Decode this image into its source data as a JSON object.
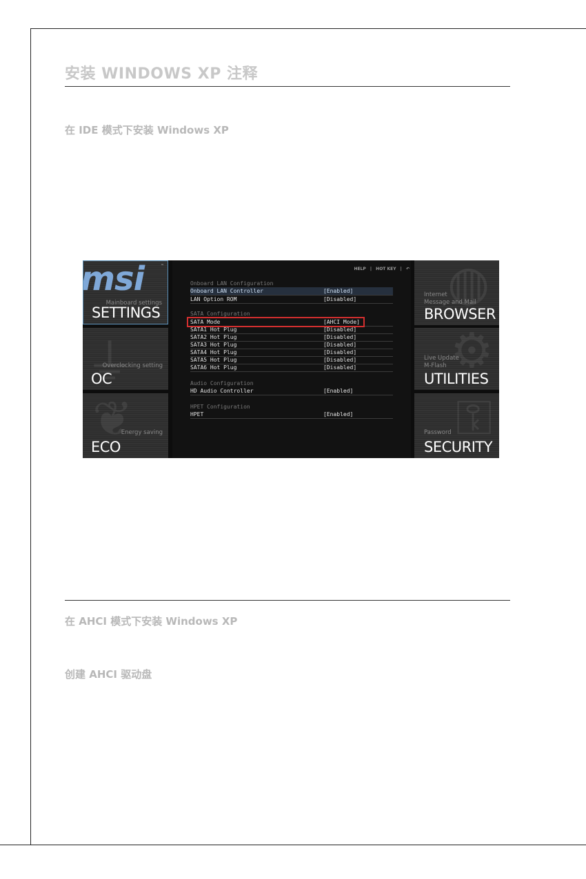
{
  "page": {
    "chapter_title": "安装 WINDOWS XP 注释",
    "section_ide": "在 IDE 模式下安装 Windows XP",
    "section_ahci": "在 AHCI 模式下安装 Windows XP",
    "section_driver_disk": "创建 AHCI 驱动盘"
  },
  "bios": {
    "logo": "msi",
    "logo_tm": "™",
    "topbar": {
      "help": "HELP",
      "sep": "|",
      "hotkey": "HOT KEY",
      "back_icon": "↶"
    },
    "left_tiles": [
      {
        "small": "Mainboard settings",
        "big": "SETTINGS",
        "active": true
      },
      {
        "small": "Overclocking setting",
        "big": "OC",
        "active": false
      },
      {
        "small": "Energy saving",
        "big": "ECO",
        "active": false
      }
    ],
    "right_tiles": [
      {
        "small1": "Internet",
        "small2": "Message and Mail",
        "big": "BROWSER",
        "icon": "globe-icon"
      },
      {
        "small1": "Live Update",
        "small2": "M-Flash",
        "big": "UTILITIES",
        "icon": "gear-icon"
      },
      {
        "small1": "Password",
        "small2": "",
        "big": "SECURITY",
        "icon": "lock-icon"
      }
    ],
    "groups": {
      "lan": "Onboard LAN Configuration",
      "sata": "SATA Configuration",
      "audio": "Audio Configuration",
      "hpet": "HPET Configuration"
    },
    "rows": [
      {
        "label": "Onboard LAN Controller",
        "value": "[Enabled]"
      },
      {
        "label": "LAN Option ROM",
        "value": "[Disabled]"
      },
      {
        "label": "SATA Mode",
        "value": "[AHCI Mode]"
      },
      {
        "label": "SATA1 Hot Plug",
        "value": "[Disabled]"
      },
      {
        "label": "SATA2 Hot Plug",
        "value": "[Disabled]"
      },
      {
        "label": "SATA3 Hot Plug",
        "value": "[Disabled]"
      },
      {
        "label": "SATA4 Hot Plug",
        "value": "[Disabled]"
      },
      {
        "label": "SATA5 Hot Plug",
        "value": "[Disabled]"
      },
      {
        "label": "SATA6 Hot Plug",
        "value": "[Disabled]"
      },
      {
        "label": "HD Audio Controller",
        "value": "[Enabled]"
      },
      {
        "label": "HPET",
        "value": "[Enabled]"
      }
    ],
    "highlight_color": "#d32f2f"
  }
}
